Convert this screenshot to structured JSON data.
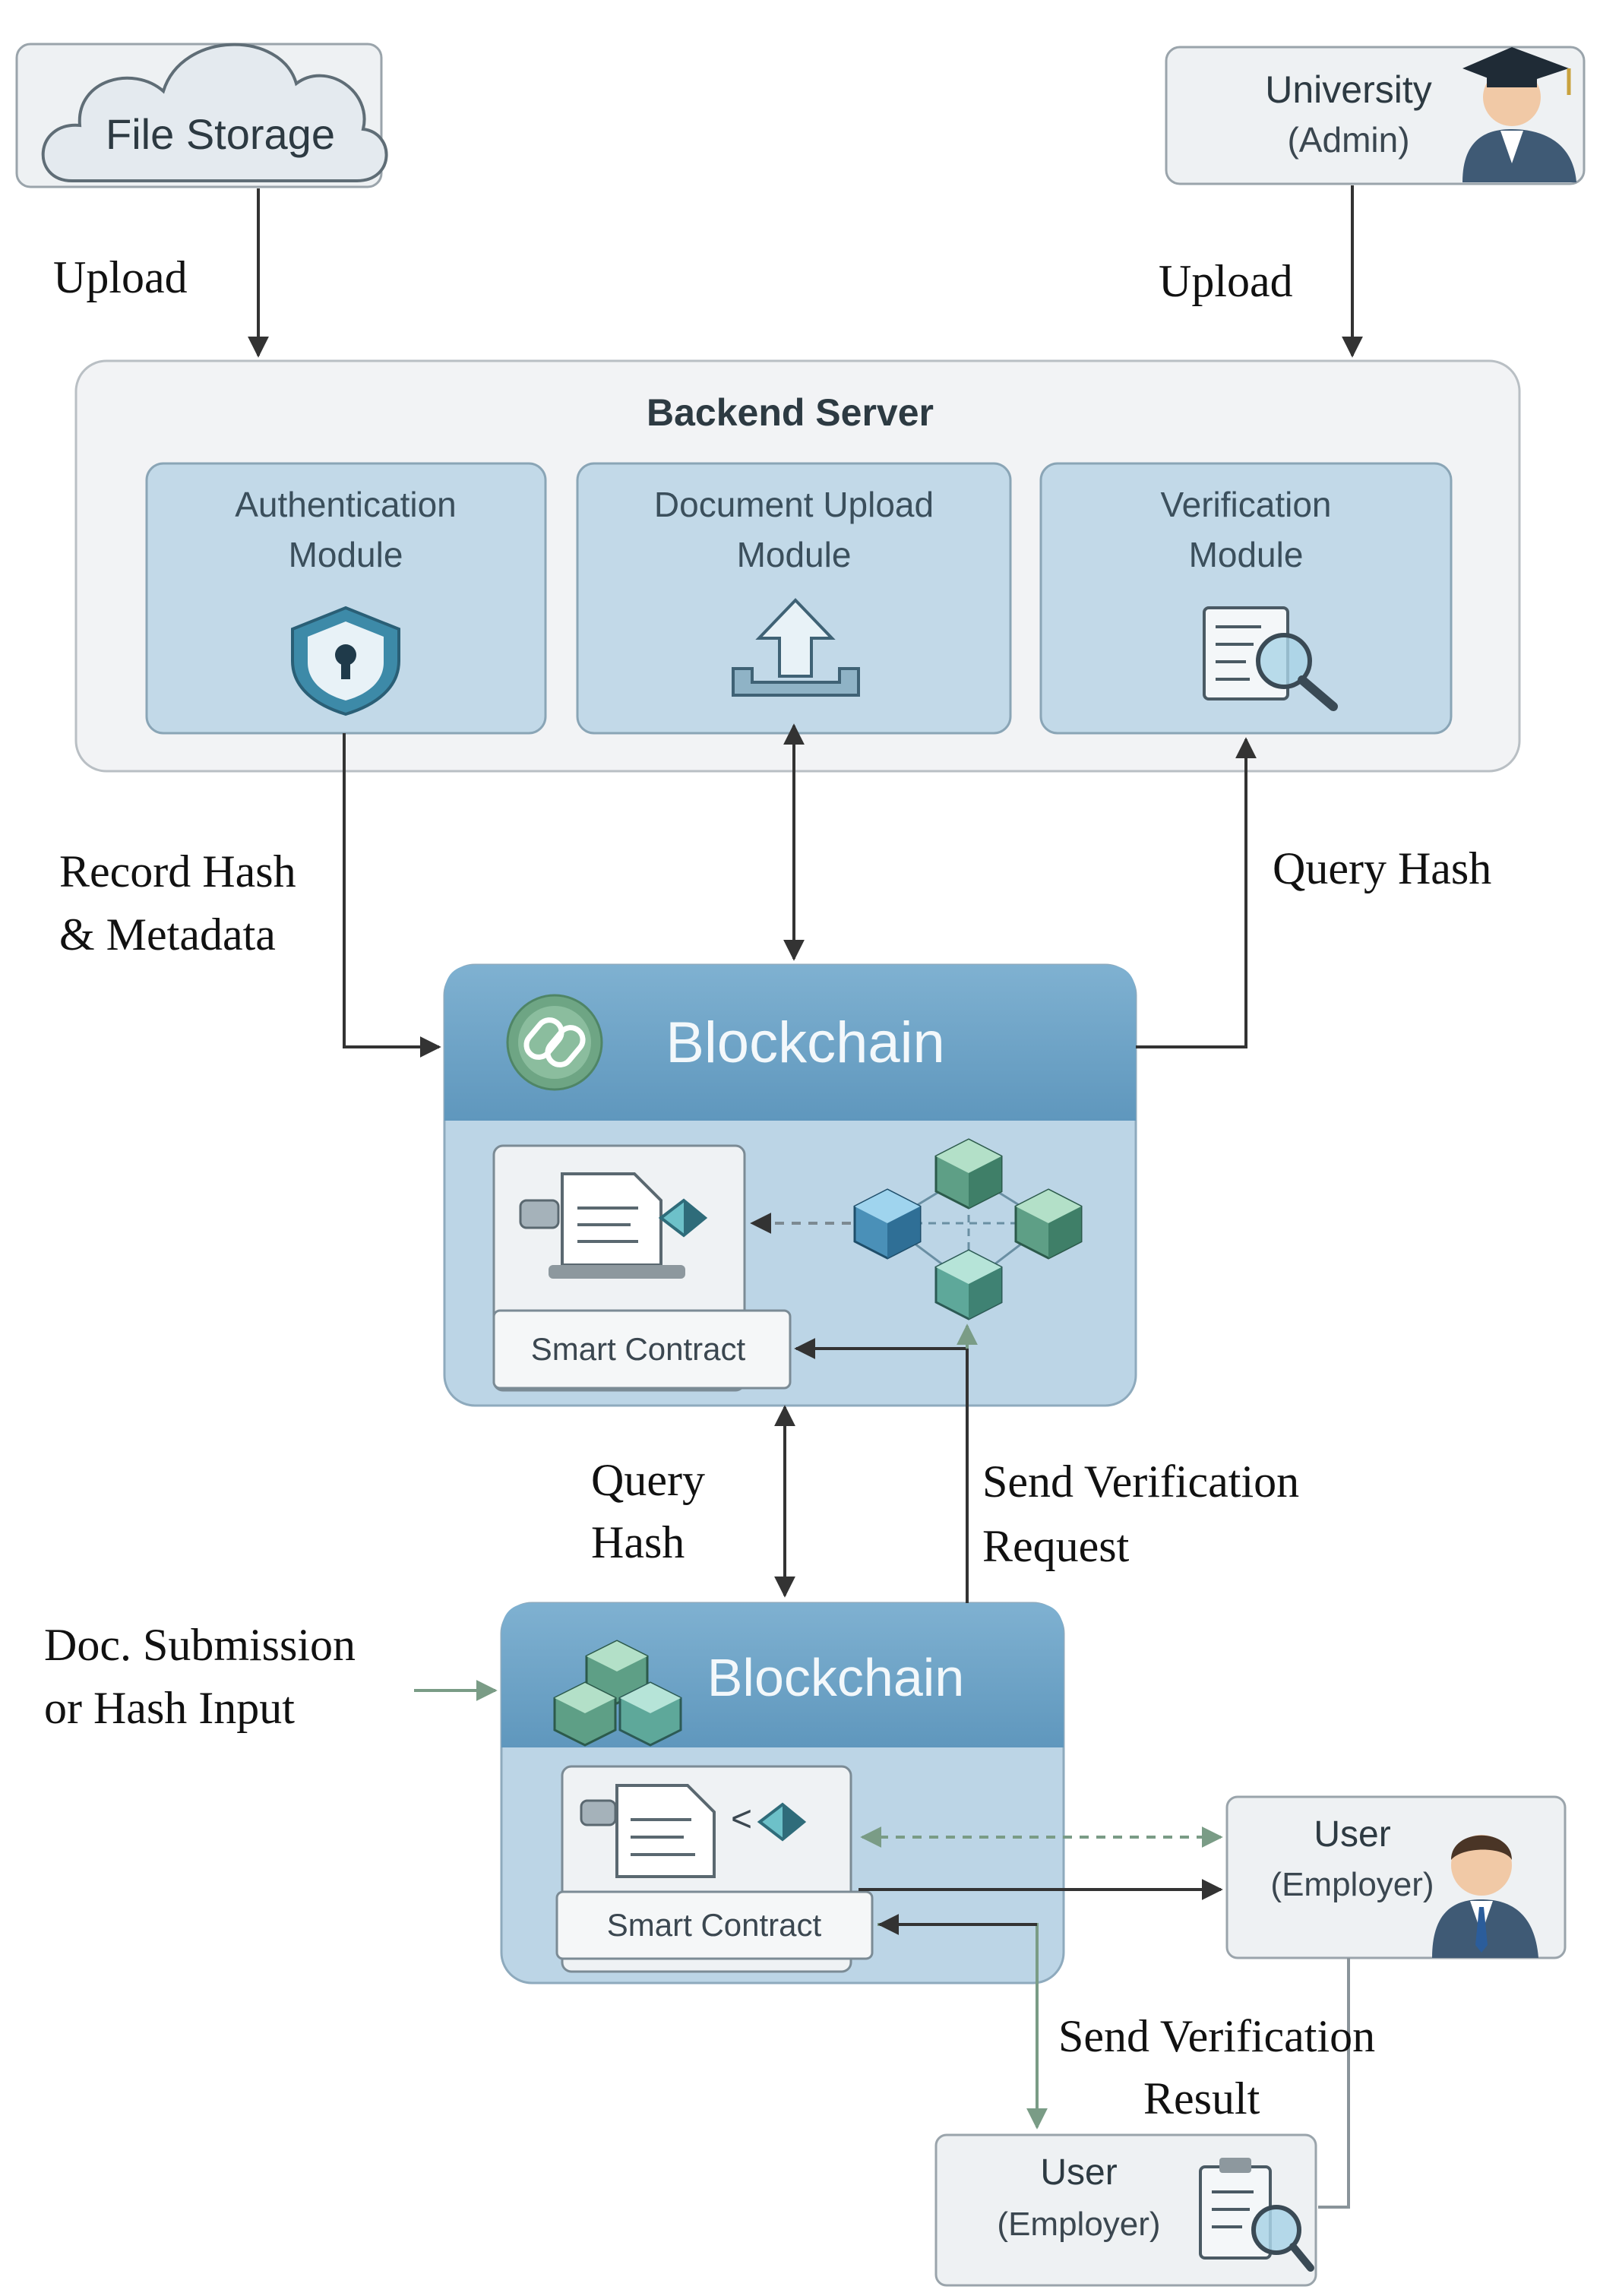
{
  "nodes": {
    "file_storage": {
      "label": "File Storage"
    },
    "university": {
      "title": "University",
      "subtitle": "(Admin)"
    },
    "backend_server": {
      "title": "Backend Server",
      "modules": [
        {
          "line1": "Authentication",
          "line2": "Module",
          "icon": "shield-lock-icon"
        },
        {
          "line1": "Document Upload",
          "line2": "Module",
          "icon": "upload-tray-icon"
        },
        {
          "line1": "Verification",
          "line2": "Module",
          "icon": "document-search-icon"
        }
      ]
    },
    "blockchain_top": {
      "title": "Blockchain",
      "icon": "chain-link-icon",
      "contract_label": "Smart Contract"
    },
    "blockchain_bottom": {
      "title": "Blockchain",
      "icon": "cubes-icon",
      "contract_label": "Smart Contract"
    },
    "user_employer_right": {
      "title": "User",
      "subtitle": "(Employer)"
    },
    "user_employer_bottom": {
      "title": "User",
      "subtitle": "(Employer)"
    }
  },
  "edge_labels": {
    "upload_left": "Upload",
    "upload_right": "Upload",
    "record_hash_1": "Record Hash",
    "record_hash_2": "& Metadata",
    "query_hash_right": "Query Hash",
    "query_hash_mid_1": "Query",
    "query_hash_mid_2": "Hash",
    "send_request_1": "Send Verification",
    "send_request_2": "Request",
    "doc_submission_1": "Doc. Submission",
    "doc_submission_2": "or Hash Input",
    "send_result_1": "Send Verification",
    "send_result_2": "Result"
  },
  "colors": {
    "panel_blue": "#bcd5e6",
    "header_blue": "#6fa5c8",
    "module_blue": "#c2d9e8",
    "arrow": "#333333",
    "arrow_green": "#7a9c86"
  }
}
